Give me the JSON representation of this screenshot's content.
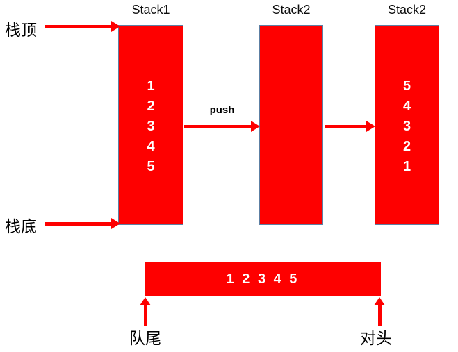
{
  "colors": {
    "shape_fill": "#fe0000",
    "stack_border": "#5d7fa3",
    "value_text": "#ffffff",
    "label_text": "#000000"
  },
  "stacks": [
    {
      "title": "Stack1",
      "items": [
        "1",
        "2",
        "3",
        "4",
        "5"
      ]
    },
    {
      "title": "Stack2",
      "items": []
    },
    {
      "title": "Stack2",
      "items": [
        "5",
        "4",
        "3",
        "2",
        "1"
      ]
    }
  ],
  "annotations": {
    "stack_top_label": "栈顶",
    "stack_bottom_label": "栈底",
    "push_label": "push",
    "queue_tail_label": "队尾",
    "queue_head_label": "对头"
  },
  "queue_bar": {
    "values": [
      1,
      2,
      3,
      4,
      5
    ],
    "values_text": "1 2 3 4 5"
  }
}
